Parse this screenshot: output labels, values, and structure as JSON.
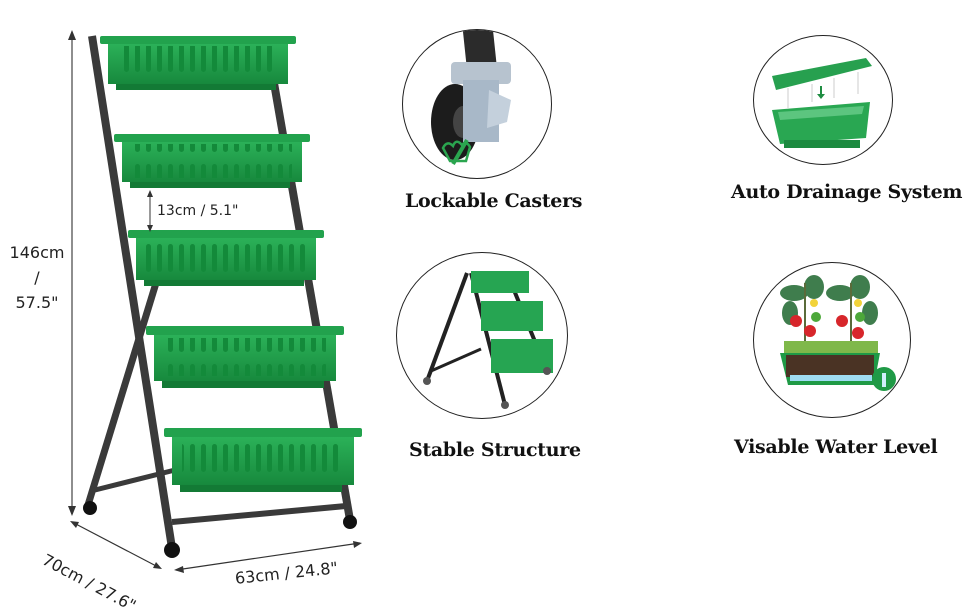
{
  "product": {
    "dimensions": {
      "height": {
        "line1": "146cm",
        "line2": "/",
        "line3": "57.5\""
      },
      "tier_gap": "13cm / 5.1\"",
      "depth": "70cm / 27.6\"",
      "width": "63cm / 24.8\""
    },
    "tiers": 5
  },
  "features": [
    {
      "id": "casters",
      "label": "Lockable Casters",
      "icon": "caster-wheel-icon"
    },
    {
      "id": "drainage",
      "label": "Auto Drainage System",
      "icon": "planter-drainage-icon"
    },
    {
      "id": "structure",
      "label": "Stable Structure",
      "icon": "a-frame-stand-icon"
    },
    {
      "id": "water",
      "label": "Visable Water Level",
      "icon": "water-level-planter-icon"
    }
  ],
  "colors": {
    "planter_green": "#1f9e49",
    "planter_dark": "#137a35",
    "frame": "#3a3a3a",
    "text": "#111111"
  }
}
